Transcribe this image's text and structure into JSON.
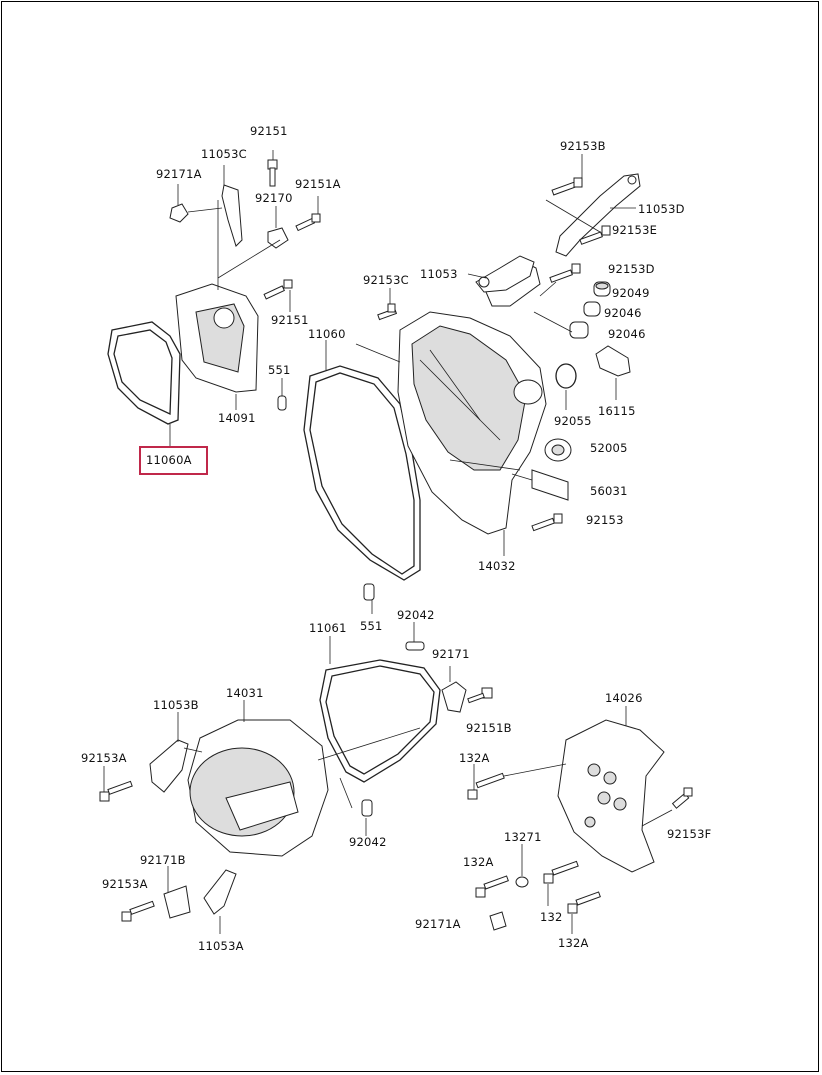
{
  "diagram": {
    "highlight_color": "#c0284a",
    "highlighted_part": "11060A",
    "labels": [
      "92151",
      "11053C",
      "92171A",
      "92151A",
      "92170",
      "92151",
      "14091",
      "11060A",
      "551",
      "11060",
      "92153C",
      "11053",
      "92153B",
      "11053D",
      "92153E",
      "92153D",
      "92049",
      "92046",
      "92046",
      "16115",
      "92055",
      "52005",
      "56031",
      "92153",
      "14032",
      "551",
      "92042",
      "11061",
      "92171",
      "92151B",
      "14031",
      "11053B",
      "92153A",
      "92042",
      "14026",
      "132A",
      "92153F",
      "13271",
      "132A",
      "92171B",
      "92153A",
      "132",
      "92171A",
      "11053A",
      "132A"
    ]
  }
}
